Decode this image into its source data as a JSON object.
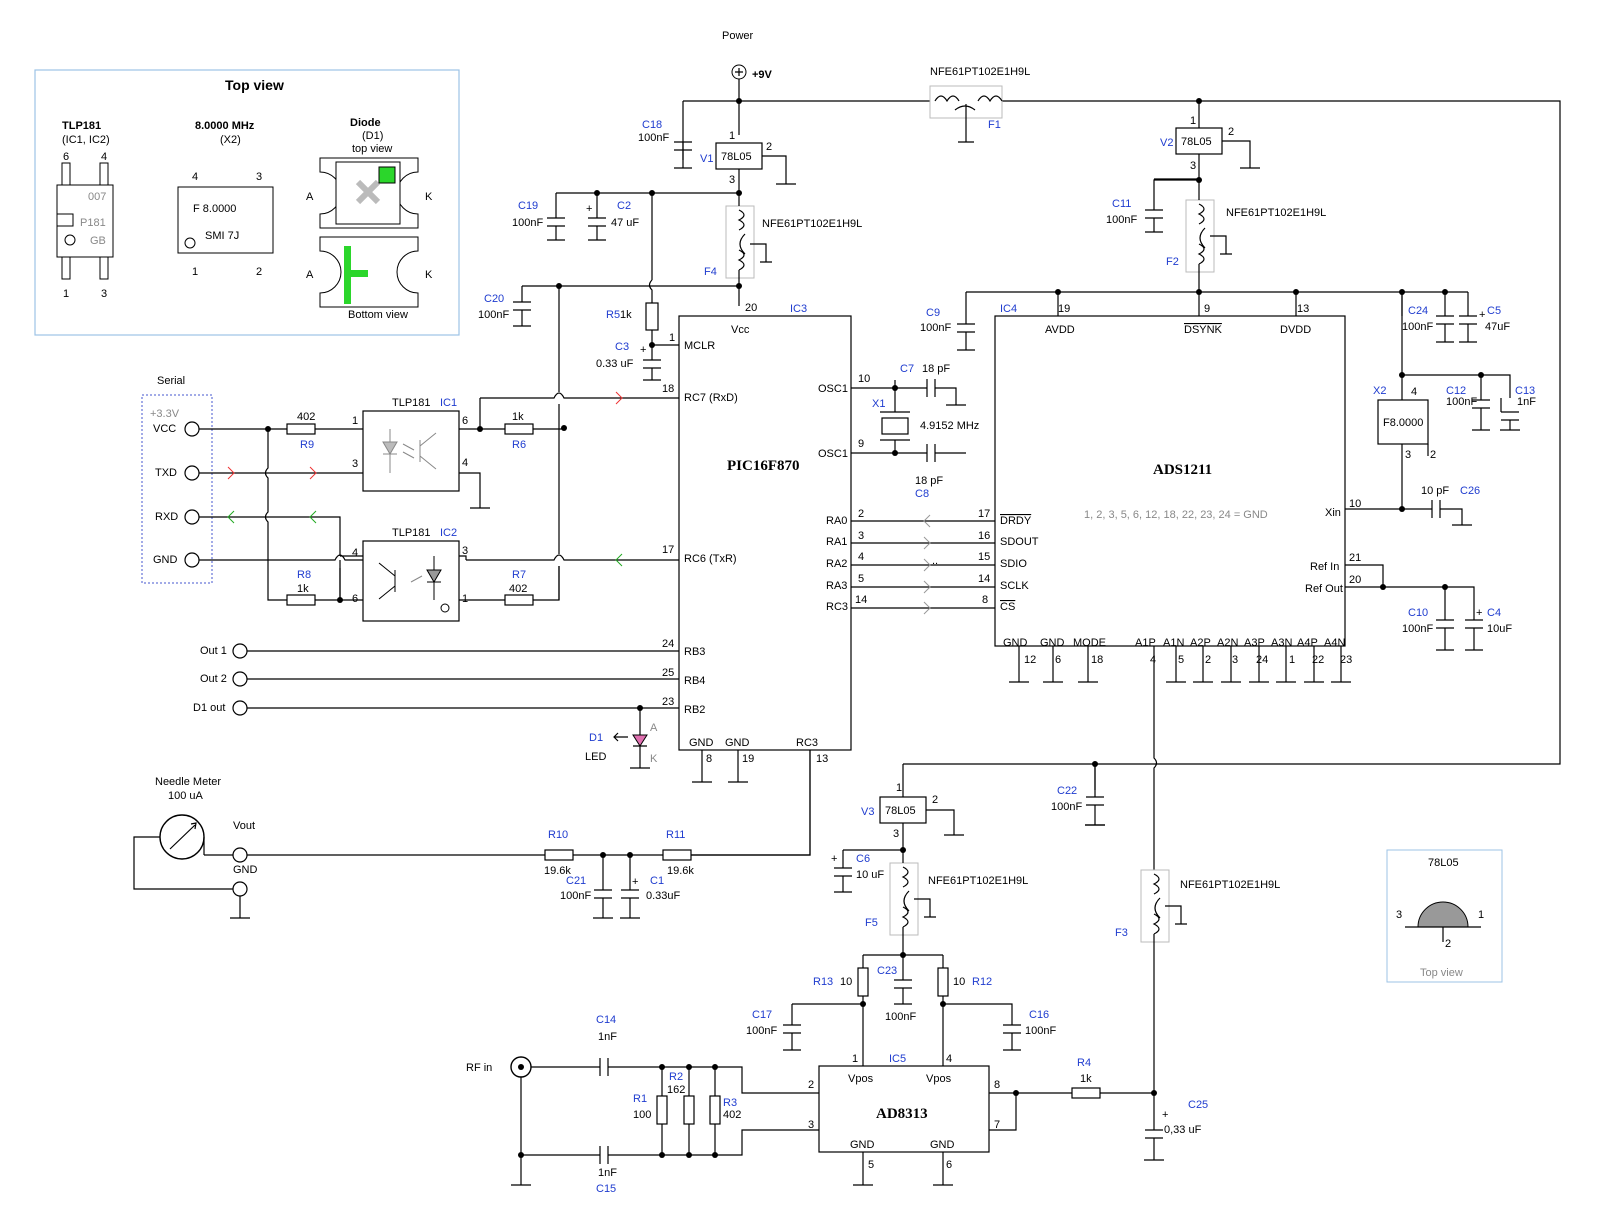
{
  "power": {
    "title": "Power",
    "rail": "+9V"
  },
  "inset": {
    "title": "Top view",
    "tlp_title": "TLP181",
    "tlp_sub": "(IC1, IC2)",
    "tlp_mark1": "007",
    "tlp_mark2": "P181",
    "tlp_mark3": "GB",
    "tlp_pins": [
      "6",
      "4",
      "1",
      "3"
    ],
    "xtal_title": "8.0000 MHz",
    "xtal_sub": "(X2)",
    "xtal_line1": "F  8.0000",
    "xtal_line2": "SMI  7J",
    "xtal_pins": [
      "4",
      "3",
      "1",
      "2"
    ],
    "diode_title": "Diode",
    "diode_sub": "(D1)",
    "diode_top": "top view",
    "diode_bottom": "Bottom view",
    "anode": "A",
    "cathode": "K"
  },
  "serial": {
    "title": "Serial",
    "v33": "+3.3V",
    "pins": [
      "VCC",
      "TXD",
      "RXD",
      "GND"
    ]
  },
  "outputs": [
    "Out 1",
    "Out 2",
    "D1 out"
  ],
  "meter": {
    "title": "Needle Meter",
    "range": "100 uA",
    "vout": "Vout",
    "gnd": "GND"
  },
  "rf_in": "RF in",
  "ic3": {
    "ref": "IC3",
    "name": "PIC16F870",
    "left_pins": [
      {
        "n": "1",
        "l": "MCLR"
      },
      {
        "n": "18",
        "l": "RC7 (RxD)"
      },
      {
        "n": "17",
        "l": "RC6 (TxR)"
      },
      {
        "n": "24",
        "l": "RB3"
      },
      {
        "n": "25",
        "l": "RB4"
      },
      {
        "n": "23",
        "l": "RB2"
      }
    ],
    "right_pins": [
      {
        "n": "10",
        "l": "OSC1"
      },
      {
        "n": "9",
        "l": "OSC1"
      },
      {
        "n": "2",
        "l": "RA0"
      },
      {
        "n": "3",
        "l": "RA1"
      },
      {
        "n": "4",
        "l": "RA2"
      },
      {
        "n": "5",
        "l": "RA3"
      },
      {
        "n": "14",
        "l": "RC3"
      }
    ],
    "top_pin": {
      "n": "20",
      "l": "Vcc"
    },
    "bottom_pins": [
      {
        "n": "8",
        "l": "GND"
      },
      {
        "n": "19",
        "l": "GND"
      },
      {
        "n": "13",
        "l": "RC3"
      }
    ]
  },
  "ic4": {
    "ref": "IC4",
    "name": "ADS1211",
    "note": "1, 2, 3, 5, 6, 12, 18, 22, 23, 24 = GND",
    "top_pins": [
      {
        "n": "19",
        "l": "AVDD"
      },
      {
        "n": "9",
        "l": "DSYNK"
      },
      {
        "n": "13",
        "l": "DVDD"
      }
    ],
    "left_pins": [
      {
        "n": "17",
        "l": "DRDY"
      },
      {
        "n": "16",
        "l": "SDOUT"
      },
      {
        "n": "15",
        "l": "SDIO"
      },
      {
        "n": "14",
        "l": "SCLK"
      },
      {
        "n": "8",
        "l": "CS"
      }
    ],
    "right_pins": [
      {
        "n": "10",
        "l": "Xin"
      },
      {
        "n": "21",
        "l": "Ref In"
      },
      {
        "n": "20",
        "l": "Ref Out"
      }
    ],
    "bottom_pins": [
      {
        "n": "12",
        "l": "GND"
      },
      {
        "n": "6",
        "l": "GND"
      },
      {
        "n": "18",
        "l": "MODE"
      },
      {
        "n": "4",
        "l": "A1P"
      },
      {
        "n": "5",
        "l": "A1N"
      },
      {
        "n": "2",
        "l": "A2P"
      },
      {
        "n": "3",
        "l": "A2N"
      },
      {
        "n": "24",
        "l": "A3P"
      },
      {
        "n": "1",
        "l": "A3N"
      },
      {
        "n": "22",
        "l": "A4P"
      },
      {
        "n": "23",
        "l": "A4N"
      }
    ]
  },
  "ic5": {
    "ref": "IC5",
    "name": "AD8313",
    "pins": [
      {
        "n": "1",
        "l": "Vpos"
      },
      {
        "n": "4",
        "l": "Vpos"
      },
      {
        "n": "2",
        "l": ""
      },
      {
        "n": "3",
        "l": ""
      },
      {
        "n": "8",
        "l": ""
      },
      {
        "n": "7",
        "l": ""
      },
      {
        "n": "5",
        "l": "GND"
      },
      {
        "n": "6",
        "l": "GND"
      }
    ]
  },
  "opto": {
    "part": "TLP181",
    "ic1": "IC1",
    "ic2": "IC2"
  },
  "regulators": {
    "part": "78L05",
    "v1": "V1",
    "v2": "V2",
    "v3": "V3"
  },
  "ferrite": {
    "part": "NFE61PT102E1H9L",
    "f1": "F1",
    "f2": "F2",
    "f3": "F3",
    "f4": "F4",
    "f5": "F5"
  },
  "crystals": {
    "x1": "X1",
    "x1_val": "4.9152 MHz",
    "x2": "X2",
    "x2_val": "F8.0000"
  },
  "diode": {
    "ref": "D1",
    "label": "LED"
  },
  "to92": {
    "title": "78L05",
    "caption": "Top view",
    "pins": [
      "3",
      "1",
      "2"
    ]
  },
  "caps": {
    "C1": "0.33uF",
    "C2": "47 uF",
    "C3": "0.33 uF",
    "C4": "10uF",
    "C5": "47uF",
    "C6": "10 uF",
    "C7": "18 pF",
    "C8": "18 pF",
    "C9": "100nF",
    "C10": "100nF",
    "C11": "100nF",
    "C12": "100nF",
    "C13": "1nF",
    "C14": "1nF",
    "C15": "1nF",
    "C16": "100nF",
    "C17": "100nF",
    "C18": "100nF",
    "C19": "100nF",
    "C20": "100nF",
    "C21": "100nF",
    "C22": "100nF",
    "C23": "100nF",
    "C24": "100nF",
    "C25": "0,33 uF",
    "C26": "10 pF"
  },
  "res": {
    "R1": "100",
    "R2": "162",
    "R3": "402",
    "R4": "1k",
    "R5": "1k",
    "R6": "1k",
    "R7": "402",
    "R8": "1k",
    "R9": "402",
    "R10": "19.6k",
    "R11": "19.6k",
    "R12": "10",
    "R13": "10"
  }
}
